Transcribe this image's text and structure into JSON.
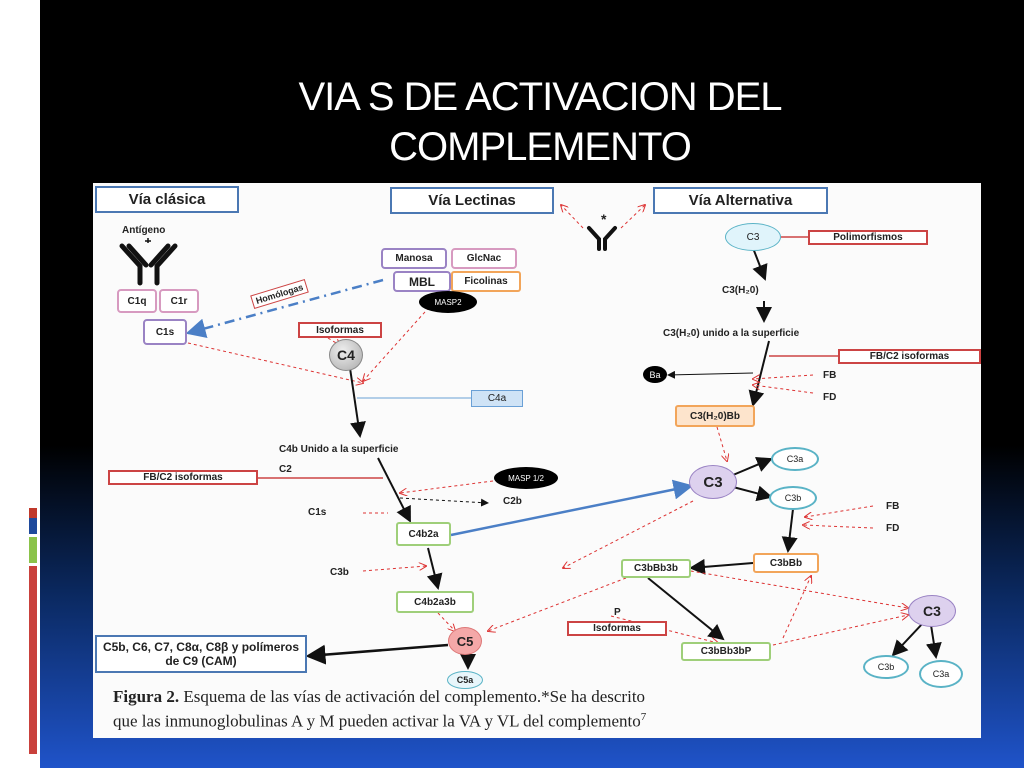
{
  "slide_title": "VIA S DE ACTIVACION DEL COMPLEMENTO",
  "headers": {
    "classic": "Vía clásica",
    "lectin": "Vía Lectinas",
    "alternative": "Vía Alternativa"
  },
  "classic": {
    "antigen": "Antígeno",
    "c1q": "C1q",
    "c1r": "C1r",
    "c1s": "C1s",
    "homologs": "Homólogas",
    "isoforms": "Isoformas",
    "c4": "C4",
    "c4a": "C4a",
    "c4b_surface": "C4b Unido a la superficie",
    "c2": "C2",
    "fb_c2": "FB/C2 isoformas",
    "masp12": "MASP 1/2",
    "c1s_label": "C1s",
    "c2b": "C2b",
    "c4b2a": "C4b2a",
    "c3b": "C3b",
    "c4b2a3b": "C4b2a3b",
    "c5": "C5",
    "c5a": "C5a",
    "mac": "C5b, C6, C7, C8α, C8β y polímeros de C9 (CAM)"
  },
  "lectin": {
    "asterisk": "*",
    "manosa": "Manosa",
    "glcnac": "GlcNac",
    "mbl": "MBL",
    "ficolinas": "Ficolinas",
    "masp2": "MASP2"
  },
  "alternative": {
    "c3": "C3",
    "polymorphisms": "Polimorfismos",
    "c3h2o": "C3(H₂0)",
    "c3h2o_surface": "C3(H₂0) unido a la superficie",
    "fb_c2": "FB/C2 isoformas",
    "ba": "Ba",
    "fb1": "FB",
    "fd1": "FD",
    "c3h2obb": "C3(H₂0)Bb",
    "c3_big": "C3",
    "c3a": "C3a",
    "c3b": "C3b",
    "fb2": "FB",
    "fd2": "FD",
    "c3bbb": "C3bBb",
    "c3bbb3b": "C3bBb3b",
    "p": "P",
    "isoforms": "Isoformas",
    "c3bbb3bp": "C3bBb3bP",
    "c3_right": "C3",
    "c3b_right": "C3b",
    "c3a_right": "C3a"
  },
  "caption": {
    "label": "Figura 2.",
    "text": " Esquema de las vías de activación del complemento.*Se ha descrito",
    "line2": "que las inmunoglobulinas A y M pueden activar la VA y VL del complemento",
    "ref": "7"
  },
  "colors": {
    "header_border": "#4b78b3",
    "red_box": "#cc4444",
    "green_box": "#9fcf7a",
    "orange_box": "#f2a55a",
    "purple": "#9a83c4",
    "c3_purple_fill": "#ddd1ee",
    "c5_pink": "#f4a8a8",
    "c4_gray": "#c8c8c8",
    "teal": "#5ab3c6",
    "blue_arrow": "#4b7fc6"
  }
}
